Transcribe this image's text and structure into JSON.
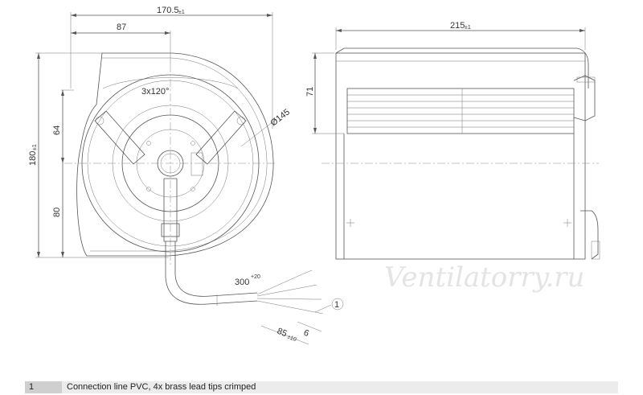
{
  "dimensions": {
    "overall_width": "170.5",
    "overall_width_tol": "±1",
    "offset_87": "87",
    "height": "180",
    "height_tol": "±1",
    "upper_64": "64",
    "lower_80": "80",
    "angle": "3x120°",
    "diameter": "Ø145",
    "depth": "215",
    "depth_tol": "±1",
    "inlet_71": "71",
    "cable_length": "300",
    "cable_tol": "+20",
    "strip_length": "85",
    "strip_tol": "±10",
    "tip_length": "6"
  },
  "callout": "1",
  "watermark": "Ventilatorry.ru",
  "legend": [
    {
      "number": "1",
      "text": "Connection line PVC, 4x brass lead tips crimped"
    }
  ]
}
